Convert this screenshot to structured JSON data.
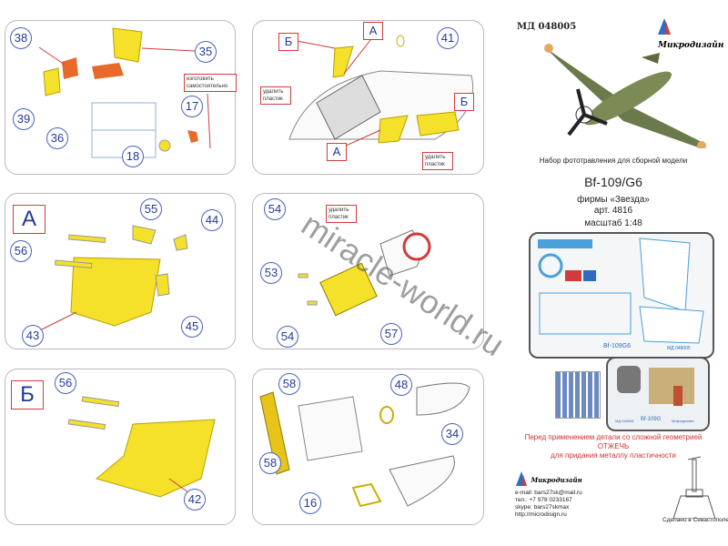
{
  "header": {
    "code": "МД 048005",
    "brand": "Микродизайн"
  },
  "title": {
    "subtitle": "Набор фототравления для сборной модели",
    "model": "Bf-109/G6",
    "maker": "фирмы «Звезда»",
    "article": "арт. 4816",
    "scale": "масштаб 1:48"
  },
  "fret_labels": {
    "main": "Bf-109G6",
    "code": "МД 048005",
    "small_code": "МД 048005",
    "small_model": "Bf-109G",
    "small_brand": "Микродизайн"
  },
  "warning": {
    "line1": "Перед применением детали со сложной геометрией",
    "line2": "ОТЖЕЧЬ",
    "line3": "для придания металлу пластичности"
  },
  "contact": {
    "brand": "Микродизайн",
    "email": "e-mail: bars27sk@mail.ru",
    "phone": "тел.: +7 978 0233167",
    "skype": "skype: bars27skmax",
    "web": "http://microdisign.ru"
  },
  "made_in": "Сделано в Севастополе",
  "watermark": "miracle-world.ru",
  "notes": {
    "make_self": "изготовить самостоятельно",
    "remove_plastic": "удалить пластик"
  },
  "panels": {
    "p1": [
      "38",
      "35",
      "39",
      "36",
      "17",
      "18"
    ],
    "p2": {
      "letters": [
        "Б",
        "А",
        "Б",
        "А"
      ],
      "nums": [
        "41"
      ]
    },
    "p3": {
      "letter": "А",
      "nums": [
        "55",
        "44",
        "56",
        "43",
        "45"
      ]
    },
    "p4": [
      "54",
      "53",
      "54",
      "57"
    ],
    "p5": {
      "letter": "Б",
      "nums": [
        "56",
        "42"
      ]
    },
    "p6": [
      "58",
      "48",
      "34",
      "58",
      "16"
    ]
  },
  "colors": {
    "part": "#f5e02a",
    "callout": "#223a9a",
    "accent": "#d13b3b"
  }
}
